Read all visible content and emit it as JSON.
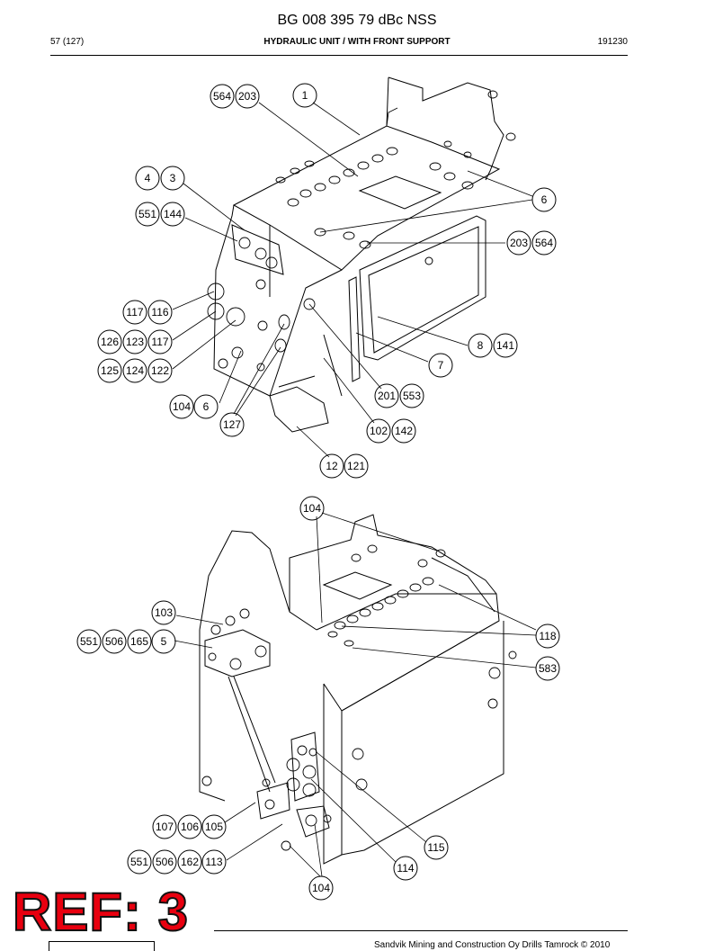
{
  "header": {
    "doc_title": "BG 008 395 79 dBc NSS",
    "page": "57 (127)",
    "section": "HYDRAULIC UNIT / WITH FRONT SUPPORT",
    "code": "191230"
  },
  "footer": {
    "text": "Sandvik Mining and Construction Oy Drills Tamrock © 2010"
  },
  "ref_label": "REF: 3",
  "colors": {
    "ref_fill": "#e8000f",
    "line": "#000000"
  },
  "callouts": {
    "c564a": "564",
    "c203a": "203",
    "c1": "1",
    "c4": "4",
    "c3": "3",
    "c551a": "551",
    "c144": "144",
    "c6a": "6",
    "c203b": "203",
    "c564b": "564",
    "c117a": "117",
    "c116": "116",
    "c126": "126",
    "c123": "123",
    "c117b": "117",
    "c8": "8",
    "c141": "141",
    "c125": "125",
    "c124": "124",
    "c122": "122",
    "c7": "7",
    "c201": "201",
    "c553": "553",
    "c104a": "104",
    "c6b": "6",
    "c127": "127",
    "c102": "102",
    "c142": "142",
    "c12": "12",
    "c121": "121",
    "c104b": "104",
    "c103": "103",
    "c551b": "551",
    "c506a": "506",
    "c165": "165",
    "c5": "5",
    "c118": "118",
    "c583": "583",
    "c115": "115",
    "c107": "107",
    "c106": "106",
    "c105": "105",
    "c551c": "551",
    "c506b": "506",
    "c162": "162",
    "c113": "113",
    "c114": "114",
    "c104c": "104"
  }
}
